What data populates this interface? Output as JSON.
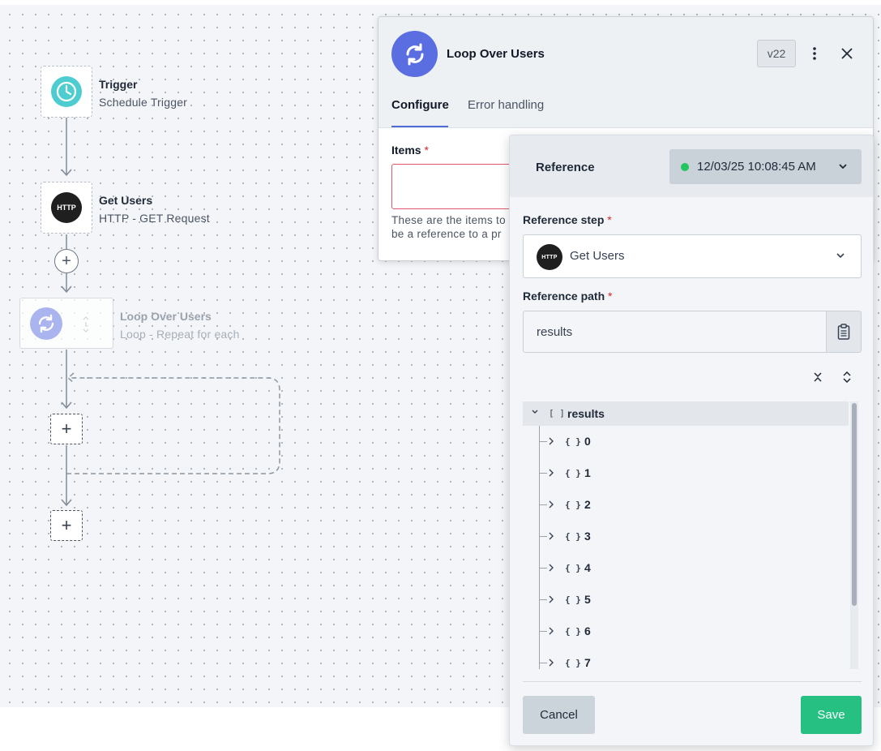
{
  "canvas": {
    "nodes": [
      {
        "title": "Trigger",
        "subtitle": "Schedule Trigger",
        "icon": "clock-icon"
      },
      {
        "title": "Get Users",
        "subtitle": "HTTP - GET Request",
        "icon": "http-icon",
        "badge": "HTTP"
      },
      {
        "title": "Loop Over Users",
        "subtitle": "Loop - Repeat for each",
        "icon": "loop-icon"
      }
    ],
    "add_symbol": "+"
  },
  "panel": {
    "title": "Loop Over Users",
    "version": "v22",
    "tabs": [
      "Configure",
      "Error handling"
    ],
    "active_tab": "Configure",
    "items_label": "Items",
    "required_mark": "*",
    "items_help_line1": "These are the items to",
    "items_help_line2": "be a reference to a pr"
  },
  "reference": {
    "title": "Reference",
    "timestamp": "12/03/25 10:08:45 AM",
    "step_label": "Reference step",
    "step_value": "Get Users",
    "step_badge": "HTTP",
    "path_label": "Reference path",
    "path_value": "results",
    "tree": {
      "root_label": "results",
      "root_bracket": "[ ]",
      "item_brace": "{ }",
      "items": [
        "0",
        "1",
        "2",
        "3",
        "4",
        "5",
        "6",
        "7"
      ]
    },
    "cancel_label": "Cancel",
    "save_label": "Save"
  },
  "colors": {
    "accent": "#5b6ee1",
    "trigger": "#4ecdd0",
    "success": "#27c083",
    "status_dot": "#22c55e",
    "required": "#dc2626"
  }
}
